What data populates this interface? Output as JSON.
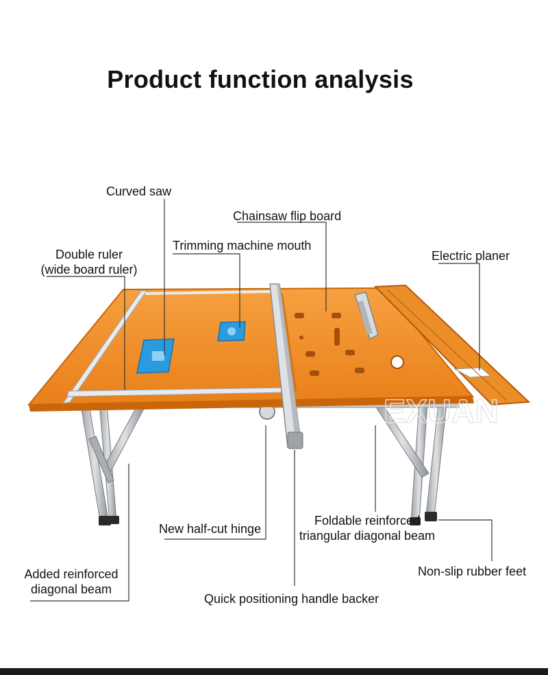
{
  "title": "Product function analysis",
  "watermark": "EXUAN",
  "colors": {
    "table_top": "#f08a1c",
    "table_edge": "#c9650a",
    "plate_blue": "#2b9be0",
    "frame_silver": "#b8bcc0",
    "leader_line": "#333333",
    "bottom_bar": "#1a1a1a"
  },
  "callouts": {
    "curved_saw": "Curved saw",
    "chainsaw_flip_board": "Chainsaw flip board",
    "trimming_machine_mouth": "Trimming machine mouth",
    "double_ruler_line1": "Double ruler",
    "double_ruler_line2": "(wide board ruler)",
    "electric_planer": "Electric planer",
    "new_half_cut_hinge": "New half-cut hinge",
    "foldable_beam_line1": "Foldable reinforced",
    "foldable_beam_line2": "triangular diagonal beam",
    "added_beam_line1": "Added reinforced",
    "added_beam_line2": "diagonal beam",
    "non_slip_feet": "Non-slip rubber feet",
    "quick_positioning": "Quick positioning handle backer"
  }
}
